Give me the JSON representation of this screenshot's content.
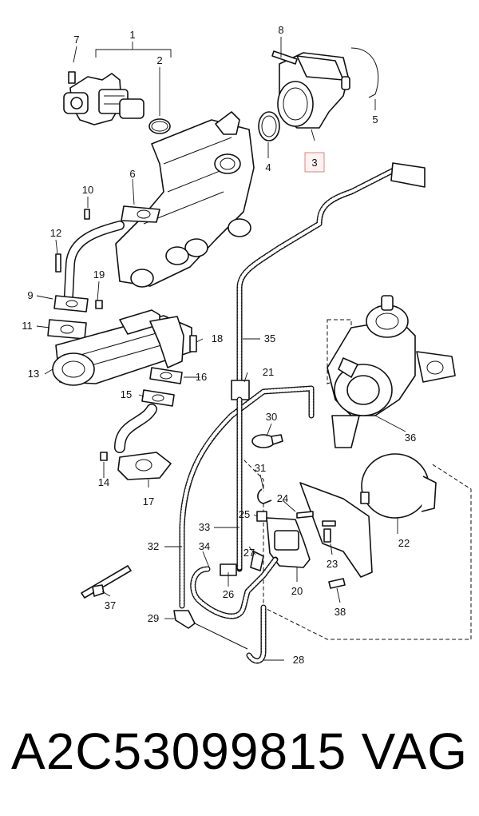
{
  "callouts": [
    "1",
    "2",
    "3",
    "4",
    "5",
    "6",
    "7",
    "8",
    "9",
    "10",
    "11",
    "12",
    "13",
    "14",
    "15",
    "16",
    "17",
    "18",
    "19",
    "20",
    "21",
    "22",
    "23",
    "24",
    "25",
    "26",
    "27",
    "28",
    "29",
    "30",
    "31",
    "32",
    "33",
    "34",
    "35",
    "36",
    "37",
    "38"
  ],
  "highlighted_callout": "3",
  "footer": {
    "part_number": "A2C53099815",
    "brand": "VAG"
  },
  "colors": {
    "line": "#111111",
    "highlight_border": "#e08080",
    "highlight_fill": "#fff2f2"
  }
}
